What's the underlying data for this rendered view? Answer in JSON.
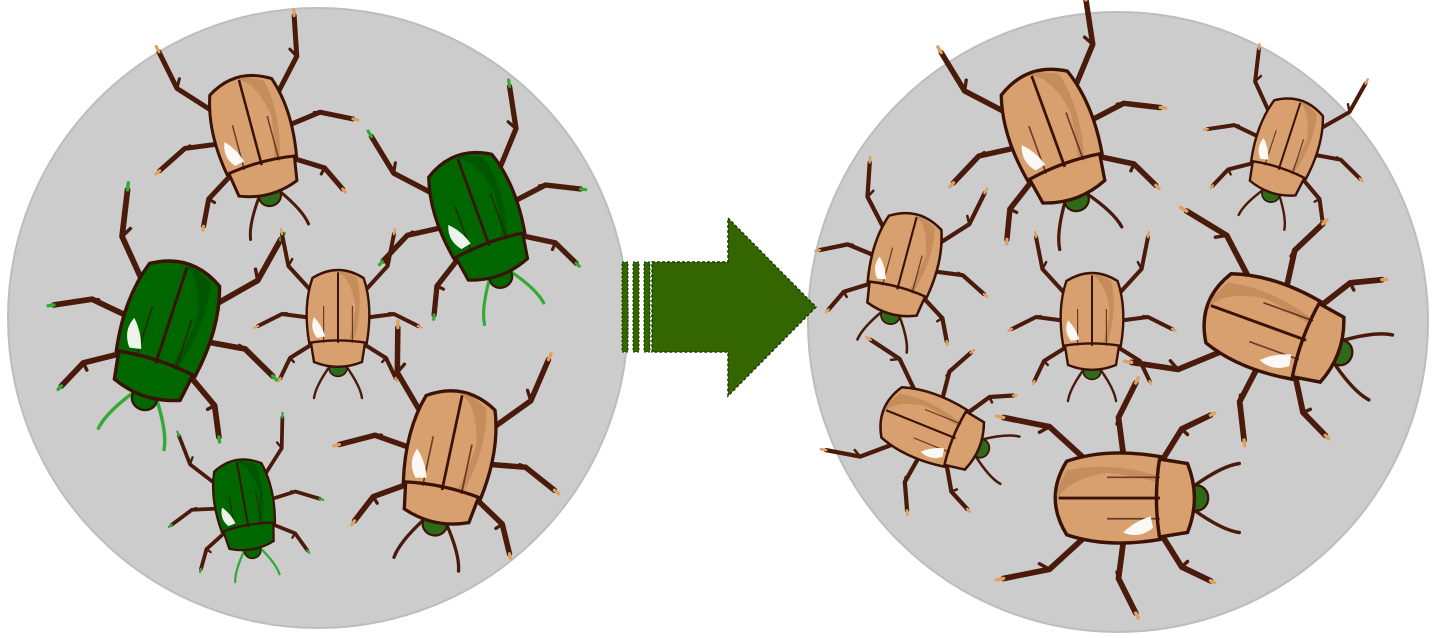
{
  "colors": {
    "background": "#ffffff",
    "circle_fill": "#cccccc",
    "circle_edge": "#bdbdbd",
    "arrow": "#336600",
    "arrow_edge": "#1f3d00",
    "beetle_tan": "#d9a06f",
    "beetle_tan_shade": "#b8804f",
    "beetle_green": "#006600",
    "beetle_green_shade": "#004d00",
    "leg": "#4a1a0a",
    "outline": "#3a1206",
    "highlight": "#ffffff",
    "antenna_green": "#33aa33",
    "foot_tan": "#e0a060"
  },
  "before_population": {
    "beetles": [
      {
        "color": "tan",
        "size": 1.0
      },
      {
        "color": "green",
        "size": 1.05
      },
      {
        "color": "green",
        "size": 1.15
      },
      {
        "color": "tan",
        "size": 0.8
      },
      {
        "color": "green",
        "size": 0.75
      },
      {
        "color": "tan",
        "size": 1.1
      }
    ]
  },
  "transition": {
    "icon": "right-arrow-icon"
  },
  "after_population": {
    "beetles": [
      {
        "color": "tan",
        "size": 1.1
      },
      {
        "color": "tan",
        "size": 0.8
      },
      {
        "color": "tan",
        "size": 0.85
      },
      {
        "color": "tan",
        "size": 0.8
      },
      {
        "color": "tan",
        "size": 1.15
      },
      {
        "color": "tan",
        "size": 0.85
      },
      {
        "color": "tan",
        "size": 1.15
      }
    ]
  }
}
